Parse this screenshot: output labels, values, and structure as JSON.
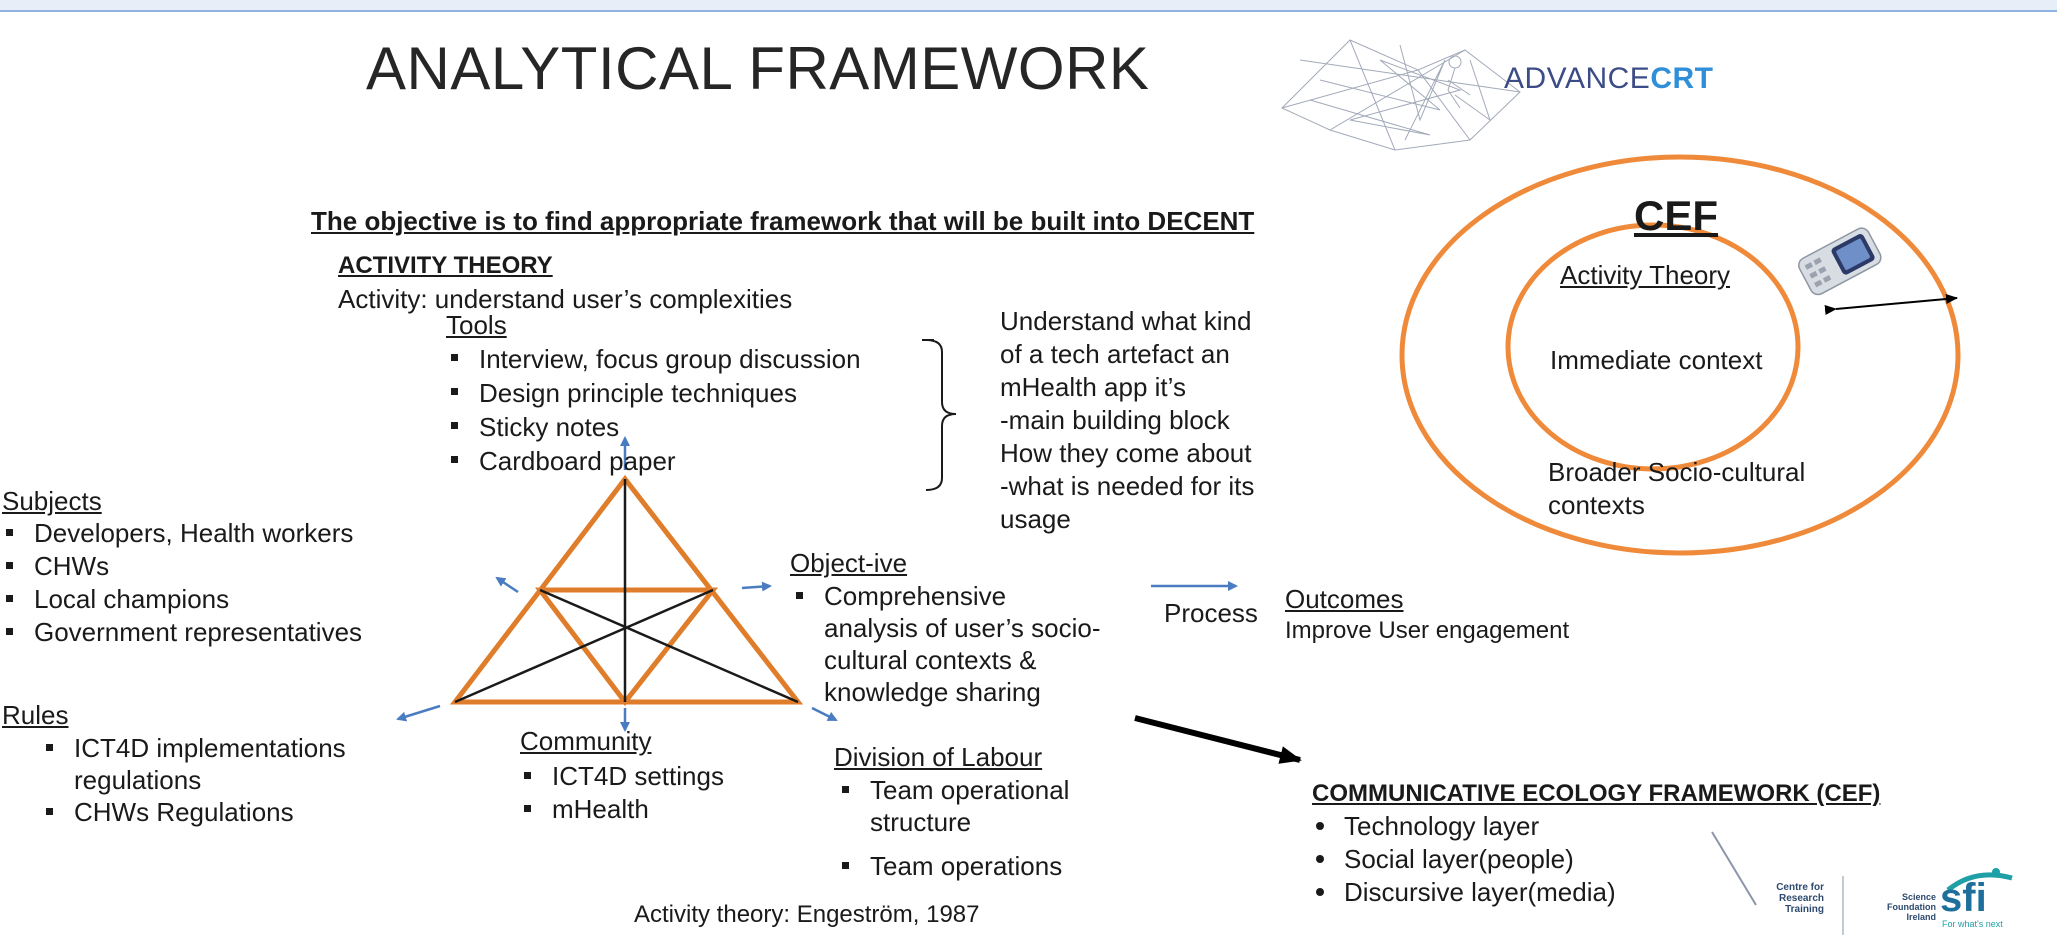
{
  "slide": {
    "title": "ANALYTICAL FRAMEWORK",
    "logo_advance": "ADVANCE",
    "logo_crt": "CRT",
    "objective": "The objective is to find appropriate framework that will be built into DECENT",
    "cef_heading": "CEF"
  },
  "activity_theory": {
    "heading": "ACTIVITY THEORY",
    "activity_line": "Activity: understand user’s complexities",
    "tools_heading": "Tools",
    "tools": [
      "Interview, focus group discussion",
      " Design principle techniques",
      "Sticky notes",
      "Cardboard paper"
    ]
  },
  "tools_note": [
    "Understand what kind",
    "of a tech artefact an",
    "mHealth app it’s",
    "-main building block",
    "How they come about",
    "-what is needed for its",
    "usage"
  ],
  "subjects": {
    "heading": "Subjects",
    "items": [
      "Developers, Health workers",
      "CHWs",
      "Local champions",
      "Government representatives"
    ]
  },
  "objective_box": {
    "heading": "Object-ive",
    "text": [
      "Comprehensive",
      "analysis of user’s socio-",
      "cultural contexts &",
      "knowledge sharing"
    ]
  },
  "process_label": "Process",
  "outcomes": {
    "heading": "Outcomes",
    "text": "Improve User engagement"
  },
  "rules": {
    "heading": "Rules",
    "items": [
      [
        "ICT4D implementations",
        "regulations"
      ],
      [
        "CHWs Regulations"
      ]
    ]
  },
  "community": {
    "heading": "Community",
    "items": [
      "ICT4D settings",
      "mHealth"
    ]
  },
  "division": {
    "heading": "Division of Labour",
    "items": [
      [
        "Team operational",
        "structure"
      ],
      [
        "Team operations"
      ]
    ]
  },
  "cef_circles": {
    "inner_title": "Activity Theory",
    "immediate": "Immediate context",
    "broader_1": "Broader Socio-cultural",
    "broader_2": "contexts"
  },
  "cef_framework": {
    "heading": "COMMUNICATIVE ECOLOGY FRAMEWORK (CEF)",
    "items": [
      "Technology layer",
      "Social layer(people)",
      "Discursive layer(media)"
    ]
  },
  "citation": "Activity theory: Engeström,  1987",
  "logos": {
    "crt_lines": [
      "Centre for",
      "Research",
      "Training"
    ],
    "sfi_lines": [
      "Science",
      "Foundation",
      "Ireland"
    ],
    "sfi_mark": "sfi",
    "sfi_tagline": "For what's next"
  },
  "colors": {
    "triangle": "#e07d2a",
    "circles": "#ef8a3a",
    "arrow_blue": "#4a7cc2",
    "advance_text": "#3b4c86",
    "crt_text": "#2f8fd8",
    "sfi_teal": "#1f9fa6"
  },
  "icons": [
    "network-sketch-logo-icon",
    "mobile-phone-icon",
    "sfi-swoosh-icon"
  ]
}
